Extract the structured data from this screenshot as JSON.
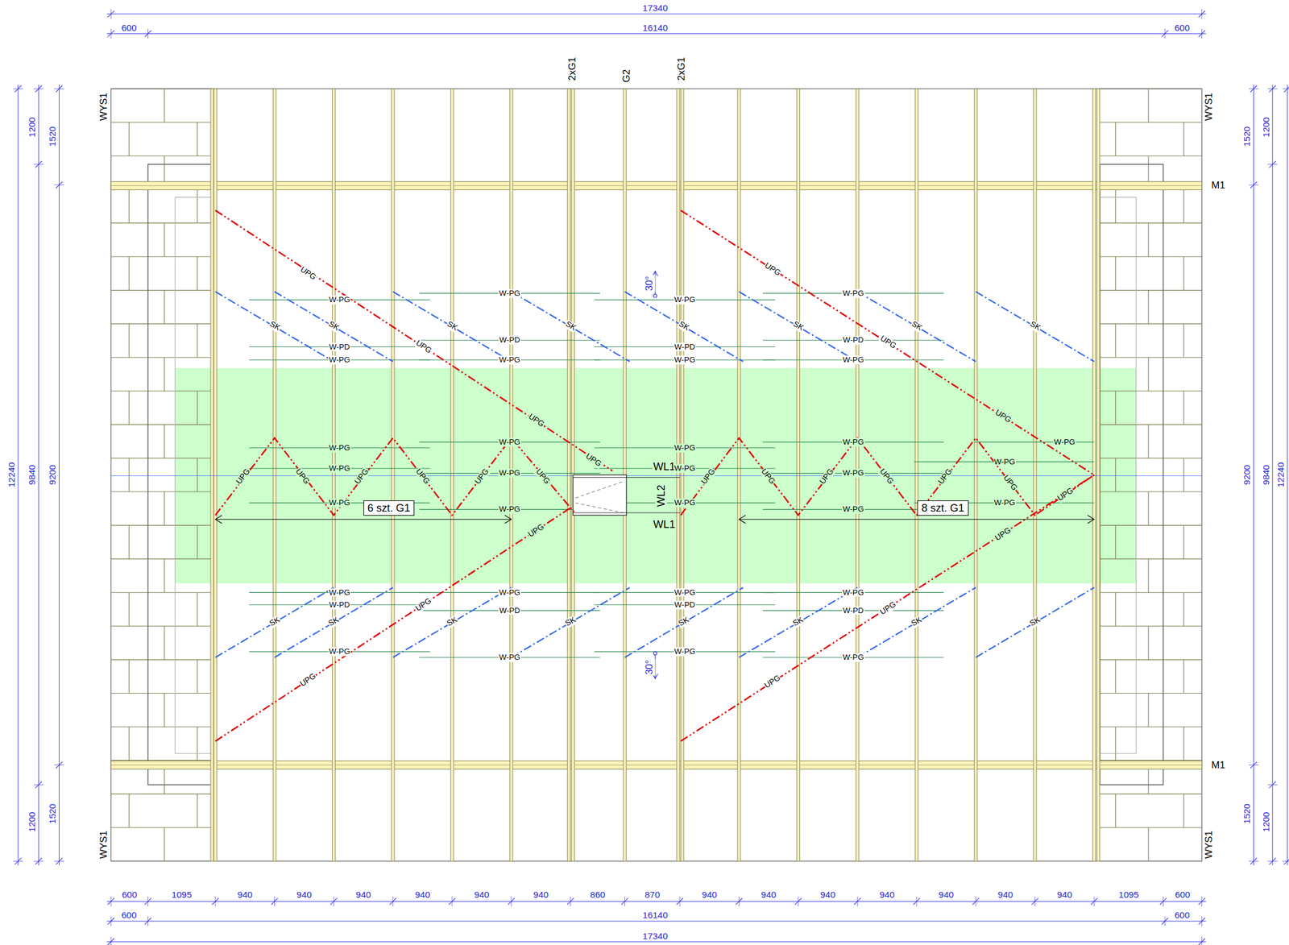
{
  "diagram": {
    "nodes": [
      {
        "text": [
          "6 szt. G1"
        ]
      },
      {
        "text": [
          "8 szt. G1"
        ]
      }
    ],
    "labels": [
      "17340",
      "600",
      "16140",
      "600",
      "600",
      "1095",
      "940",
      "940",
      "940",
      "940",
      "940",
      "940",
      "860",
      "870",
      "940",
      "940",
      "940",
      "940",
      "940",
      "940",
      "940",
      "1095",
      "600",
      "600",
      "16140",
      "600",
      "17340",
      "12240",
      "1200",
      "9840",
      "1200",
      "1520",
      "9200",
      "1520",
      "1520",
      "9200",
      "1520",
      "1200",
      "9840",
      "1200",
      "12240",
      "2xG1",
      "G2",
      "2xG1",
      "WYS1",
      "WYS1",
      "WYS1",
      "WYS1",
      "M1",
      "M1",
      "30°",
      "30°",
      "WL1",
      "WL2",
      "WL1",
      "UPG",
      "UPG",
      "UPG",
      "UPG",
      "UPG",
      "UPG",
      "UPG",
      "UPG",
      "UPG",
      "UPG",
      "UPG",
      "UPG",
      "UPG",
      "UPG",
      "UPG",
      "UPG",
      "UPG",
      "UPG",
      "UPG",
      "UPG",
      "UPG",
      "UPG",
      "UPG",
      "UPG",
      "UPG",
      "UPG",
      "SK",
      "SK",
      "SK",
      "SK",
      "SK",
      "SK",
      "SK",
      "SK",
      "SK",
      "SK",
      "SK",
      "SK",
      "SK",
      "SK",
      "SK",
      "SK",
      "W-PG",
      "W-PG",
      "W-PG",
      "W-PG",
      "W-PD",
      "W-PD",
      "W-PD",
      "W-PD",
      "W-PG",
      "W-PG",
      "W-PG",
      "W-PG",
      "W-PG",
      "W-PG",
      "W-PG",
      "W-PG",
      "W-PG",
      "W-PG",
      "W-PG",
      "W-PG",
      "W-PG",
      "W-PG",
      "W-PG",
      "W-PG",
      "W-PG",
      "W-PG",
      "W-PG",
      "W-PG",
      "W-PG",
      "W-PG",
      "W-PG",
      "W-PD",
      "W-PD",
      "W-PD",
      "W-PD",
      "W-PG",
      "W-PG",
      "W-PG",
      "W-PG"
    ]
  }
}
